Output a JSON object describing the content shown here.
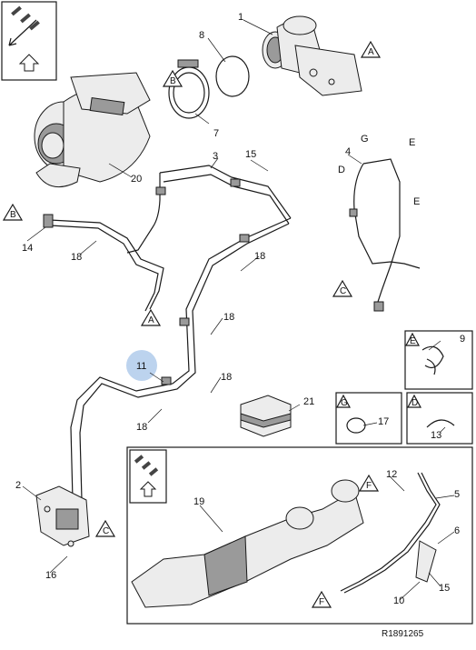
{
  "drawing_ref": "R1891265",
  "highlight_callout": "11",
  "callouts": [
    "1",
    "2",
    "3",
    "4",
    "5",
    "6",
    "7",
    "8",
    "9",
    "10",
    "11",
    "12",
    "13",
    "14",
    "15",
    "16",
    "17",
    "18",
    "19",
    "20",
    "21"
  ],
  "zone_markers": [
    "A",
    "B",
    "C",
    "D",
    "E",
    "F",
    "G"
  ],
  "wire_letters": [
    "G",
    "E",
    "D",
    "E"
  ],
  "detail_boxes": {
    "e_box": {
      "letter": "E",
      "part": "9"
    },
    "g_box": {
      "letter": "G",
      "part": "17"
    },
    "d_box": {
      "letter": "D",
      "part": "13"
    }
  },
  "colors": {
    "highlight": "#bcd3ee",
    "line": "#1a1a1a"
  }
}
